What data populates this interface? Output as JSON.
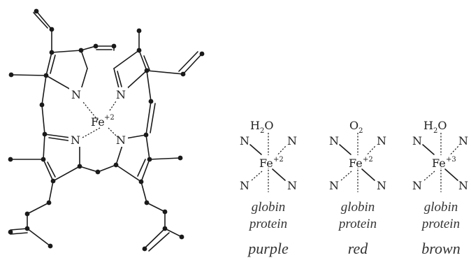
{
  "porphyrin": {
    "nitrogen_label": "N",
    "iron_label": "Fe",
    "iron_charge": "+2"
  },
  "complexes": [
    {
      "axial_top": "H",
      "axial_top_sub": "2",
      "axial_top_tail": "O",
      "ligand": "N",
      "metal": "Fe",
      "charge": "+2",
      "caption_line1": "globin",
      "caption_line2": "protein",
      "color_name": "purple"
    },
    {
      "axial_top": "O",
      "axial_top_sub": "2",
      "axial_top_tail": "",
      "ligand": "N",
      "metal": "Fe",
      "charge": "+2",
      "caption_line1": "globin",
      "caption_line2": "protein",
      "color_name": "red"
    },
    {
      "axial_top": "H",
      "axial_top_sub": "2",
      "axial_top_tail": "O",
      "ligand": "N",
      "metal": "Fe",
      "charge": "+3",
      "caption_line1": "globin",
      "caption_line2": "protein",
      "color_name": "brown"
    }
  ]
}
